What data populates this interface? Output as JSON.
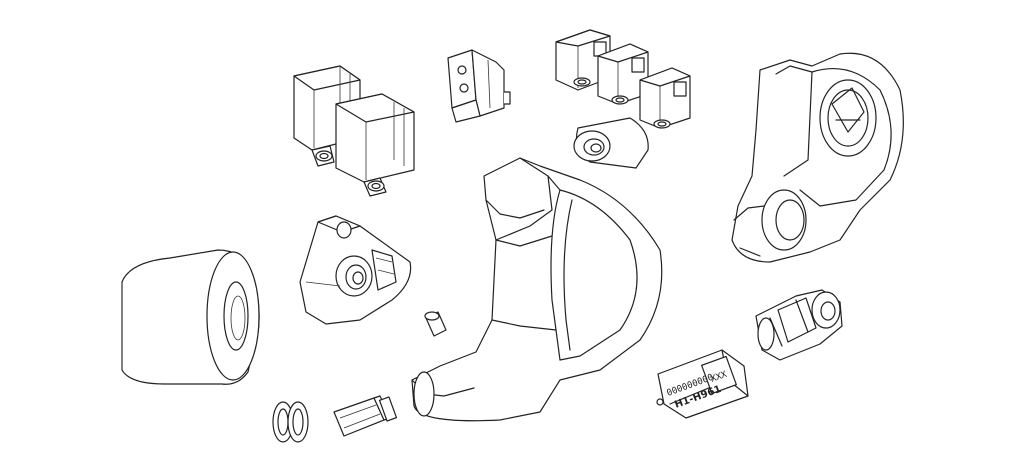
{
  "diagram": {
    "line_color": "#222222",
    "background": "#ffffff",
    "parts": [
      {
        "id": "foam-tip",
        "kind": "cylinder"
      },
      {
        "id": "rings",
        "kind": "o-rings"
      },
      {
        "id": "damper",
        "kind": "small-cylinder"
      },
      {
        "id": "filter",
        "kind": "tube"
      },
      {
        "id": "driver-a",
        "kind": "balanced-armature"
      },
      {
        "id": "driver-b",
        "kind": "balanced-armature"
      },
      {
        "id": "small-driver",
        "kind": "balanced-armature"
      },
      {
        "id": "triple-driver",
        "kind": "balanced-armature-stack"
      },
      {
        "id": "nozzle",
        "kind": "nozzle"
      },
      {
        "id": "shell",
        "kind": "housing"
      },
      {
        "id": "faceplate",
        "kind": "faceplate"
      },
      {
        "id": "mmcx-socket",
        "kind": "connector"
      },
      {
        "id": "crossover",
        "kind": "pcb"
      },
      {
        "id": "inner-frame",
        "kind": "frame"
      }
    ],
    "pcb_label_1": "000000000",
    "pcb_label_2": "H1-H961",
    "pcb_label_3": "XXX"
  }
}
